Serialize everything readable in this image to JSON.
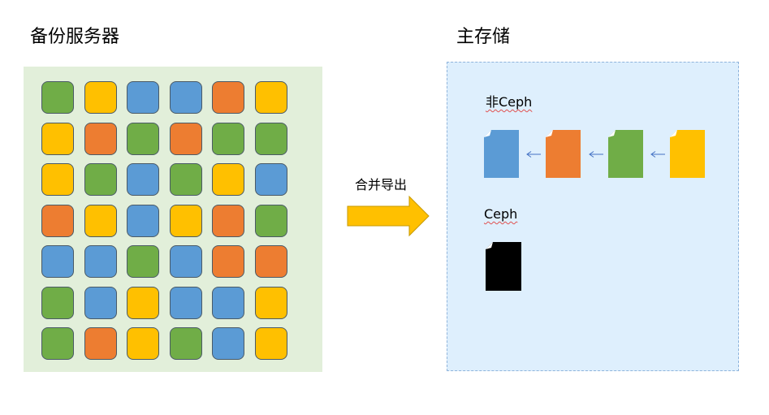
{
  "backup": {
    "title": "备份服务器",
    "tiles": [
      [
        "green",
        "yellow",
        "blue",
        "blue",
        "orange",
        "yellow"
      ],
      [
        "yellow",
        "orange",
        "green",
        "orange",
        "green",
        "green"
      ],
      [
        "yellow",
        "green",
        "blue",
        "green",
        "yellow",
        "blue"
      ],
      [
        "orange",
        "yellow",
        "blue",
        "yellow",
        "orange",
        "green"
      ],
      [
        "blue",
        "blue",
        "green",
        "blue",
        "orange",
        "orange"
      ],
      [
        "green",
        "blue",
        "yellow",
        "blue",
        "blue",
        "yellow"
      ],
      [
        "green",
        "orange",
        "yellow",
        "green",
        "blue",
        "yellow"
      ]
    ]
  },
  "transfer": {
    "label": "合并导出"
  },
  "storage": {
    "title": "主存储",
    "non_ceph": {
      "label": "非Ceph",
      "file_colors": [
        "blue",
        "orange",
        "green",
        "yellow"
      ]
    },
    "ceph": {
      "label": "Ceph",
      "file_color": "black"
    }
  },
  "colors": {
    "green": "#70ad47",
    "yellow": "#ffc000",
    "blue": "#5b9bd5",
    "orange": "#ed7d31",
    "black": "#000000",
    "arrow": "#ffc000",
    "small_arrow": "#4472c4"
  }
}
